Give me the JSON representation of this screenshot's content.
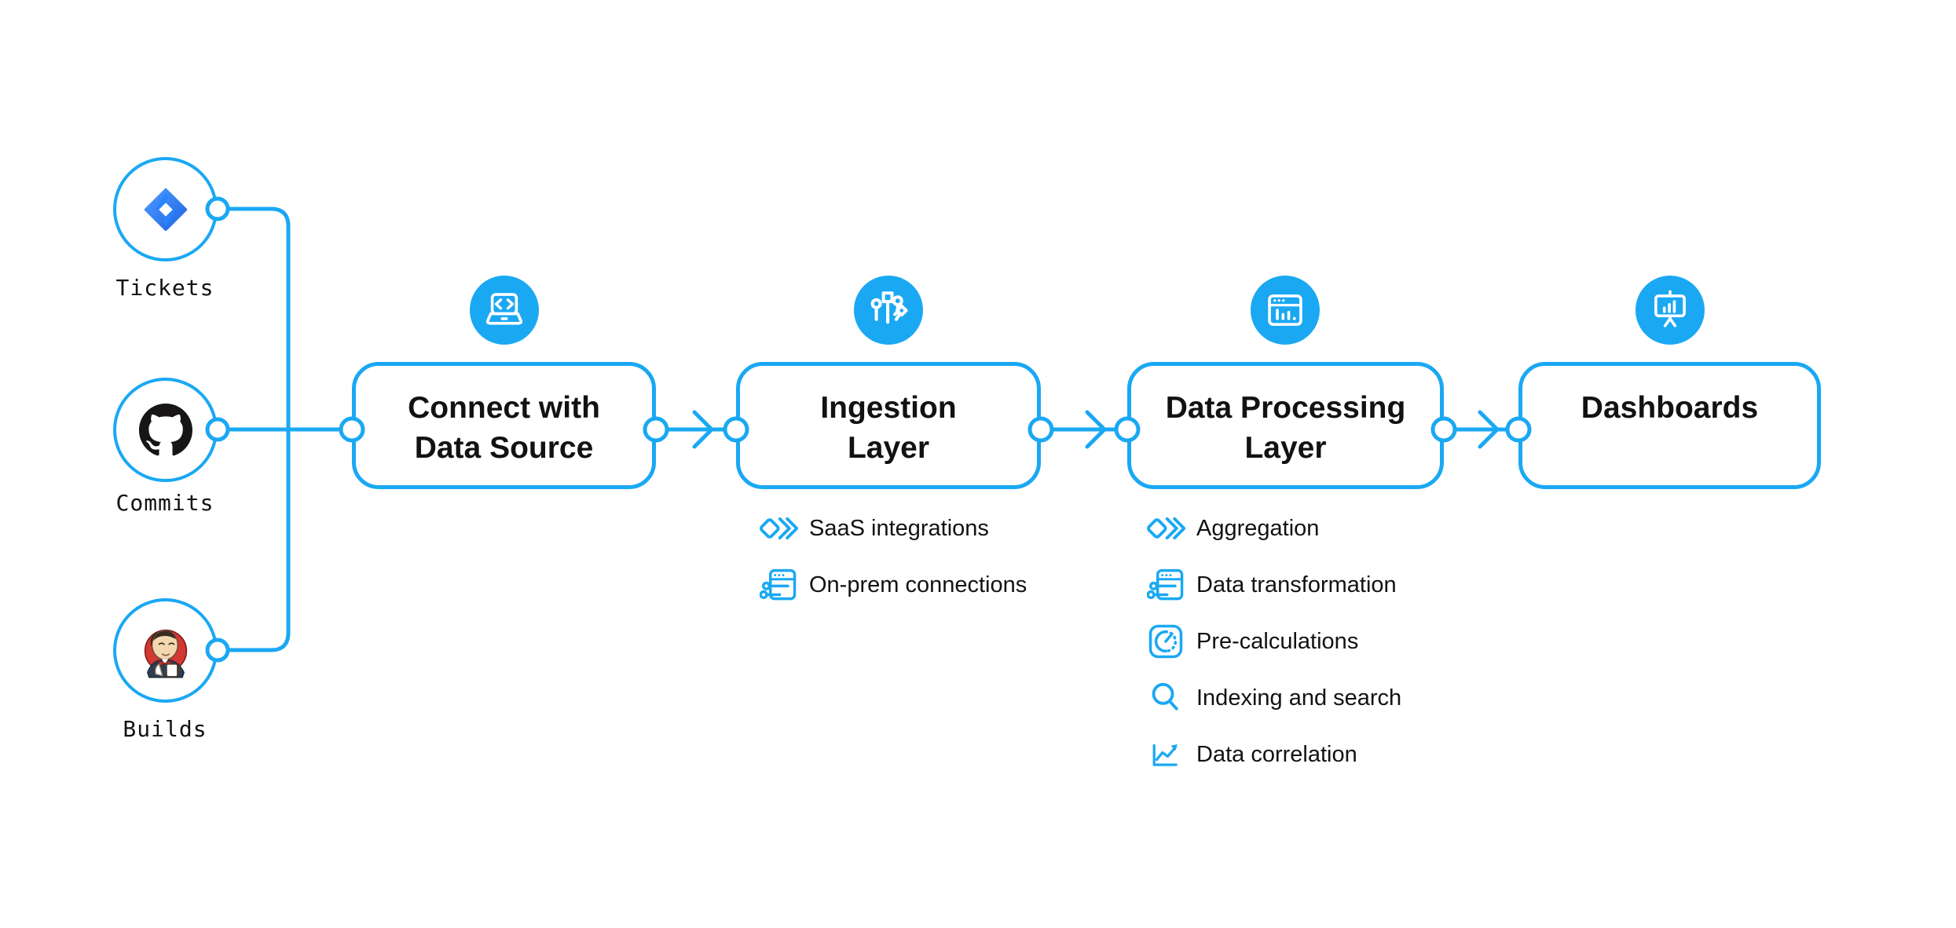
{
  "theme": {
    "accent": "#1aa8f3",
    "text": "#121212",
    "background": "#ffffff"
  },
  "sources": {
    "items": [
      {
        "label": "Tickets",
        "icon": "jira-icon"
      },
      {
        "label": "Commits",
        "icon": "github-icon"
      },
      {
        "label": "Builds",
        "icon": "jenkins-icon"
      }
    ]
  },
  "pipeline": {
    "stages": [
      {
        "title_line1": "Connect with",
        "title_line2": "Data Source",
        "badge_icon": "laptop-code-icon"
      },
      {
        "title_line1": "Ingestion",
        "title_line2": "Layer",
        "badge_icon": "circuit-icon"
      },
      {
        "title_line1": "Data Processing",
        "title_line2": "Layer",
        "badge_icon": "window-chart-icon"
      },
      {
        "title_line1": "Dashboards",
        "title_line2": "",
        "badge_icon": "presentation-chart-icon"
      }
    ]
  },
  "ingestion_features": {
    "items": [
      {
        "label": "SaaS integrations",
        "icon": "diamonds-icon"
      },
      {
        "label": "On-prem connections",
        "icon": "sliders-window-icon"
      }
    ]
  },
  "processing_features": {
    "items": [
      {
        "label": "Aggregation",
        "icon": "diamonds-icon"
      },
      {
        "label": "Data transformation",
        "icon": "sliders-window-icon"
      },
      {
        "label": "Pre-calculations",
        "icon": "gauge-icon"
      },
      {
        "label": "Indexing and search",
        "icon": "search-icon"
      },
      {
        "label": "Data correlation",
        "icon": "line-chart-icon"
      }
    ]
  }
}
